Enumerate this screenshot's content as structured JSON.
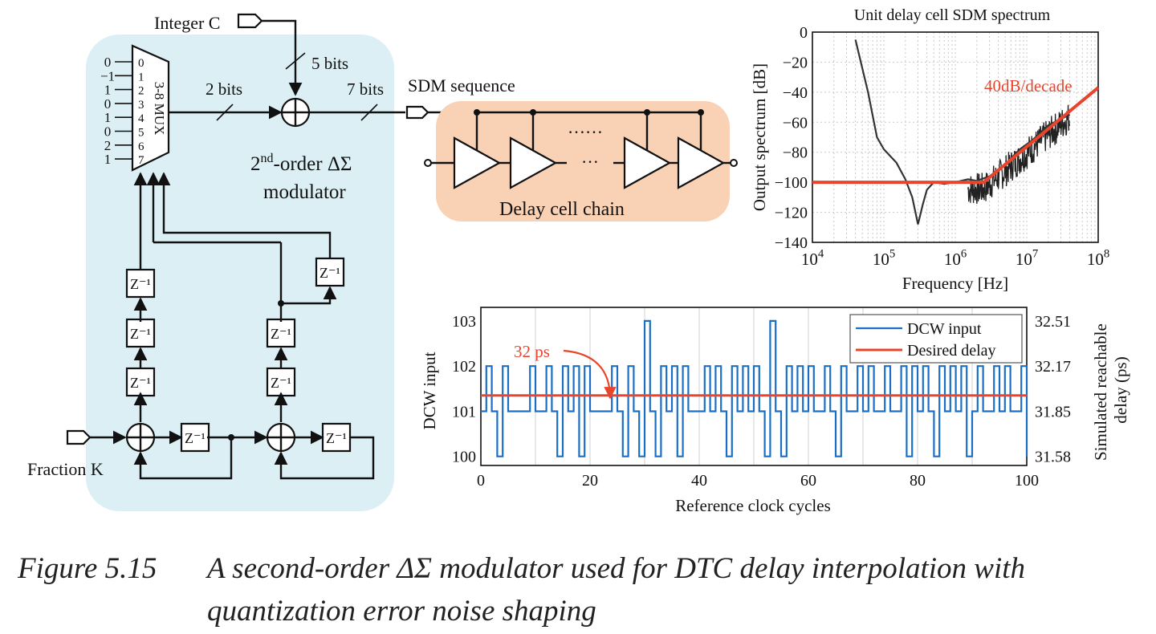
{
  "diagram": {
    "integer_input": "Integer C",
    "fraction_input": "Fraction K",
    "bits_5": "5 bits",
    "bits_2": "2 bits",
    "bits_7": "7 bits",
    "sdm_sequence": "SDM sequence",
    "mux_label": "3-8 MUX",
    "mux_inputs": [
      "0",
      "−1",
      "1",
      "0",
      "1",
      "0",
      "2",
      "1"
    ],
    "mux_indices": [
      "0",
      "1",
      "2",
      "3",
      "4",
      "5",
      "6",
      "7"
    ],
    "modulator_line1": "2nd-order ΔΣ",
    "modulator_line2": "modulator",
    "delay_block": "Z⁻¹",
    "delay_chain_label": "Delay cell chain",
    "dots_top": "……",
    "dots_mid": "···",
    "colors": {
      "modulator_bg": "#dbeff5",
      "chain_bg": "#f9d2b6",
      "red": "#e8452c",
      "blue": "#1a6fc4"
    }
  },
  "chart_data": [
    {
      "type": "line",
      "title": "Unit delay cell SDM spectrum",
      "xlabel": "Frequency [Hz]",
      "ylabel": "Output spectrum [dB]",
      "x_scale": "log",
      "xlim": [
        10000,
        100000000
      ],
      "ylim": [
        -140,
        0
      ],
      "x_ticks": [
        "10^4",
        "10^5",
        "10^6",
        "10^7",
        "10^8"
      ],
      "y_ticks": [
        "0",
        "−20",
        "−40",
        "−60",
        "−80",
        "−100",
        "−120",
        "−140"
      ],
      "annotation": "40dB/decade",
      "series": [
        {
          "x": [
            40000,
            60000,
            80000,
            100000,
            150000,
            200000,
            250000,
            300000,
            350000,
            400000,
            500000,
            700000,
            1000000,
            1500000,
            2000000,
            3000000,
            5000000,
            8000000,
            12000000,
            20000000,
            40000000
          ],
          "y": [
            -5,
            -40,
            -70,
            -78,
            -87,
            -98,
            -110,
            -128,
            -115,
            -105,
            -100,
            -101,
            -100,
            -98,
            -99,
            -96,
            -88,
            -78,
            -72,
            -62,
            -55
          ]
        },
        {
          "x": [
            10000,
            2500000,
            100000000
          ],
          "y": [
            -100,
            -100,
            -37
          ]
        }
      ]
    },
    {
      "type": "line",
      "xlabel": "Reference clock cycles",
      "ylabel": "DCW input",
      "y2label": "Simulated reachable delay (ps)",
      "xlim": [
        0,
        100
      ],
      "ylim": [
        99.8,
        103.3
      ],
      "x_ticks": [
        "0",
        "20",
        "40",
        "60",
        "80",
        "100"
      ],
      "y_ticks": [
        "100",
        "101",
        "102",
        "103"
      ],
      "y2_ticks": [
        "31.58",
        "31.85",
        "32.17",
        "32.51"
      ],
      "annotation": "32 ps",
      "series": [
        {
          "name": "DCW input",
          "values": [
            101,
            102,
            101,
            100,
            102,
            101,
            101,
            101,
            101,
            102,
            101,
            101,
            102,
            101,
            100,
            102,
            101,
            102,
            100,
            102,
            101,
            101,
            101,
            101,
            102,
            101,
            100,
            102,
            101,
            100,
            103,
            101,
            100,
            102,
            101,
            102,
            100,
            102,
            101,
            101,
            101,
            102,
            101,
            102,
            101,
            100,
            102,
            101,
            102,
            101,
            102,
            101,
            100,
            103,
            101,
            100,
            102,
            101,
            102,
            101,
            102,
            101,
            101,
            102,
            101,
            100,
            102,
            101,
            101,
            102,
            101,
            102,
            101,
            101,
            102,
            101,
            101,
            102,
            100,
            102,
            101,
            102,
            101,
            100,
            102,
            101,
            102,
            101,
            102,
            100,
            101,
            102,
            101,
            101,
            102,
            101,
            102,
            101,
            101,
            102,
            100
          ]
        },
        {
          "name": "Desired delay",
          "values": [
            101.35,
            101.35
          ]
        }
      ]
    }
  ],
  "caption": {
    "label": "Figure 5.15",
    "line1": "A second-order ΔΣ modulator used for DTC delay interpolation with",
    "line2": "quantization error noise shaping"
  }
}
